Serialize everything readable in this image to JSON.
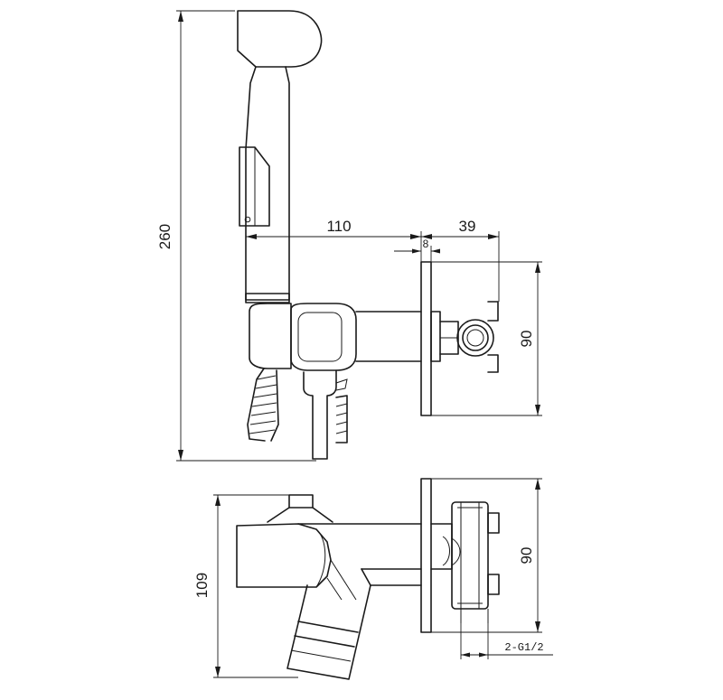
{
  "dimensions": {
    "overall_height": "260",
    "handle_reach": "110",
    "body_depth": "39",
    "plate_thickness": "8",
    "plate_height_top": "90",
    "plate_height_bottom": "90",
    "bottom_view_height": "109",
    "thread_size": "2-G1/2"
  }
}
